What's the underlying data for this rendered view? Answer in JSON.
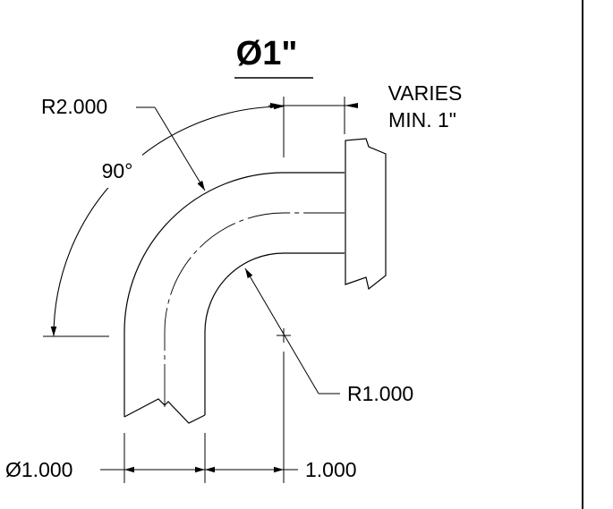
{
  "title": "Ø1\"",
  "labels": {
    "outer_radius": "R2.000",
    "inner_radius": "R1.000",
    "angle": "90°",
    "varies_line1": "VARIES",
    "varies_line2": "MIN. 1\"",
    "diameter": "Ø1.000",
    "offset": "1.000"
  }
}
